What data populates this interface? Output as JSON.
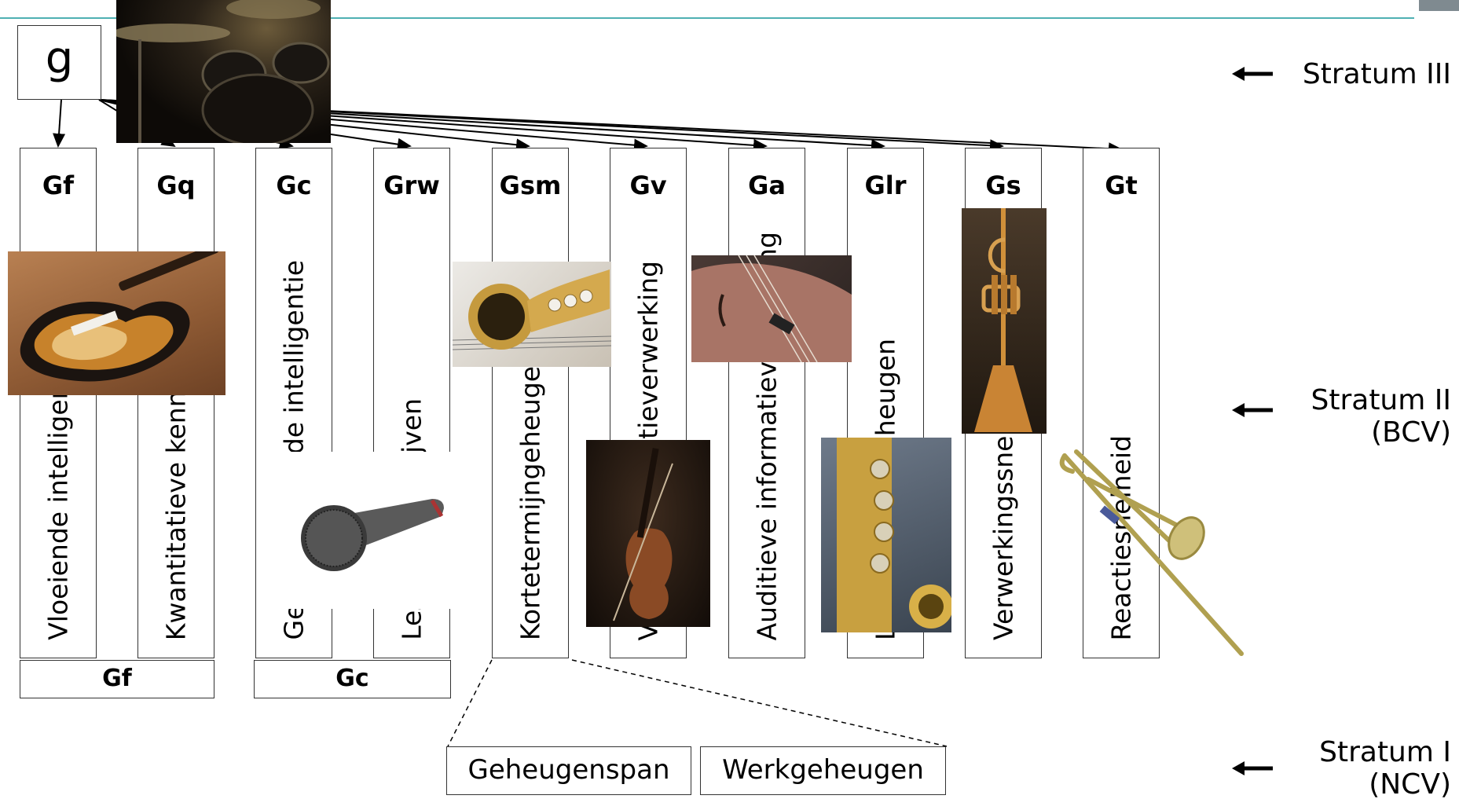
{
  "diagram": {
    "top_factor": "g",
    "broad_factors": [
      {
        "code": "Gf",
        "label": "Vloeiende intelligentie"
      },
      {
        "code": "Gq",
        "label": "Kwantitatieve kennis"
      },
      {
        "code": "Gc",
        "label": "Gekristalliseerde intelligentie"
      },
      {
        "code": "Grw",
        "label": "Lezen en schrijven"
      },
      {
        "code": "Gsm",
        "label": "Kortetermijngeheugen"
      },
      {
        "code": "Gv",
        "label": "Visuele informatieverwerking"
      },
      {
        "code": "Ga",
        "label": "Auditieve informatieverwerking"
      },
      {
        "code": "Glr",
        "label": "Langetermijngeheugen"
      },
      {
        "code": "Gs",
        "label": "Verwerkingssnelheid"
      },
      {
        "code": "Gt",
        "label": "Reactiesnelheid"
      }
    ],
    "groups": [
      {
        "label": "Gf"
      },
      {
        "label": "Gc"
      }
    ],
    "narrow_abilities": [
      "Geheugenspan",
      "Werkgeheugen"
    ],
    "strata": {
      "III": {
        "line1": "Stratum III"
      },
      "II": {
        "line1": "Stratum II",
        "line2": "(BCV)"
      },
      "I": {
        "line1": "Stratum I",
        "line2": "(NCV)"
      }
    }
  },
  "images": [
    "drum-kit-photo",
    "bass-guitar-photo",
    "microphone-photo",
    "saxophone-sheet-music-photo",
    "violin-photo",
    "cello-photo",
    "saxophone-keys-photo",
    "trumpet-photo",
    "trombone-image"
  ],
  "colors": {
    "accent_line": "#4fb0b3",
    "border": "#333333"
  }
}
